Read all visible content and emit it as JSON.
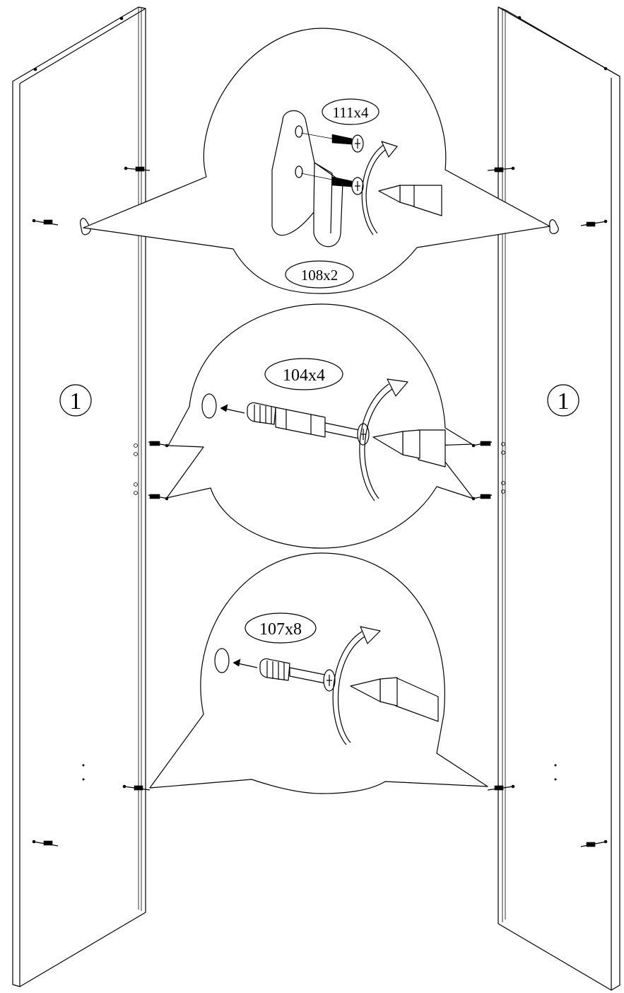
{
  "labels": {
    "part_top_screw": "111x4",
    "part_top_hook": "108x2",
    "part_middle": "104x4",
    "part_bottom": "107x8"
  },
  "panels": {
    "left_number": "1",
    "right_number": "1"
  }
}
